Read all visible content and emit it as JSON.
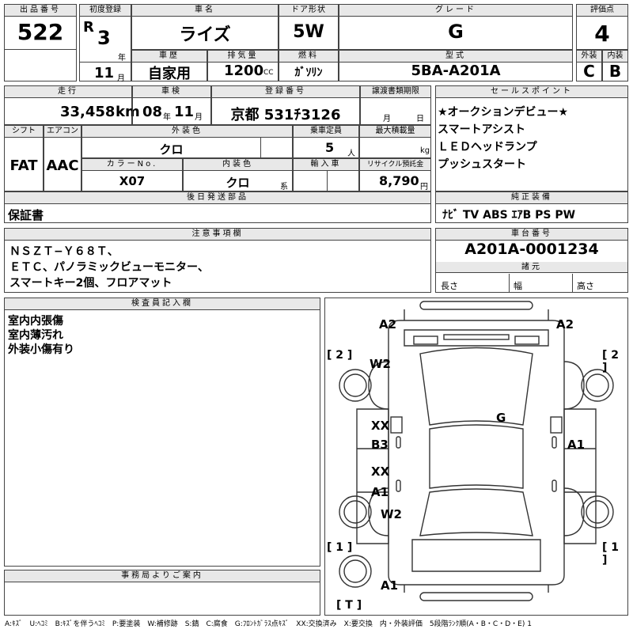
{
  "labels": {
    "lot": "出品番号",
    "first_reg": "初度登録",
    "car_name": "車名",
    "door": "ドア形状",
    "grade": "グレード",
    "score": "評価点",
    "history": "車歴",
    "displacement": "排気量",
    "fuel": "燃料",
    "model": "型式",
    "ext": "外装",
    "int": "内装",
    "mileage": "走行",
    "inspection": "車検",
    "plate": "登録番号",
    "transfer_deadline": "譲渡書類期限",
    "sales_points": "セールスポイント",
    "shift": "シフト",
    "aircon": "エアコン",
    "ext_color": "外装色",
    "capacity": "乗車定員",
    "max_load": "最大積載量",
    "color_no": "カラーNo.",
    "int_color": "内装色",
    "import": "輸入車",
    "recycle": "リサイクル預託金",
    "later_parts": "後日発送部品",
    "genuine_equipment": "純正装備",
    "notes": "注意事項欄",
    "chassis_no": "車台番号",
    "dimensions": "諸元",
    "length": "長さ",
    "width": "幅",
    "height": "高さ",
    "inspector": "検査員記入欄",
    "office": "事務局よりご案内",
    "year_unit": "年",
    "month_unit": "月",
    "day_unit": "日",
    "cc": "CC",
    "km": "km",
    "persons": "人",
    "kg": "kg",
    "yen": "円",
    "kei": "系"
  },
  "values": {
    "lot": "522",
    "era": "R",
    "reg_year": "3",
    "reg_month": "11",
    "car_name": "ライズ",
    "door": "5W",
    "grade": "G",
    "score": "4",
    "history": "自家用",
    "displacement": "1200",
    "fuel": "ｶﾞｿﾘﾝ",
    "model": "5BA-A201A",
    "ext_grade": "C",
    "int_grade": "B",
    "mileage": "33,458",
    "insp_year": "08",
    "insp_month": "11",
    "plate": "京都 531ﾁ3126",
    "shift": "FAT",
    "aircon": "AAC",
    "ext_color": "クロ",
    "capacity": "5",
    "color_no": "X07",
    "int_color": "クロ",
    "recycle": "8,790",
    "later_parts": "保証書",
    "genuine_equipment": "ﾅﾋﾞ TV ABS ｴｱB PS PW",
    "chassis_no": "A201A-0001234"
  },
  "sales_points": [
    "★オークションデビュー★",
    "スマートアシスト",
    "ＬＥＤヘッドランプ",
    "プッシュスタート"
  ],
  "notes_lines": [
    "ＮＳＺＴ−Ｙ６８Ｔ、",
    "ＥＴＣ、パノラミックビューモニター、",
    "スマートキー2個、フロアマット"
  ],
  "inspector_lines": [
    "室内内張傷",
    "室内薄汚れ",
    "外装小傷有り"
  ],
  "diagram": {
    "front_left": "A2",
    "front_right": "A2",
    "tire_fl_bracket": "[ 2 ]",
    "tire_fr_bracket": "[ 2 ]",
    "front_fender_left": "W2",
    "roof": "G",
    "door_front_left_1": "XX",
    "door_front_left_2": "B3",
    "door_rear_left_1": "XX",
    "door_rear_left_2": "A1",
    "door_right": "A1",
    "rear_fender_left": "W2",
    "tire_rl_bracket": "[ 1 ]",
    "tire_rr_bracket": "[ 1 ]",
    "rear_left": "A1",
    "trunk_bracket": "[ T ]"
  },
  "legend": "A:ｷｽﾞ　U:ﾍｺﾐ　B:ｷｽﾞを伴うﾍｺﾐ　P:要塗装　W:補修跡　S:錆　C:腐食　G:ﾌﾛﾝﾄｶﾞﾗｽ点ｷｽﾞ　XX:交換済み　X:要交換　内・外装評価　5段階ﾗﾝｸ順(A・B・C・D・E) 1"
}
